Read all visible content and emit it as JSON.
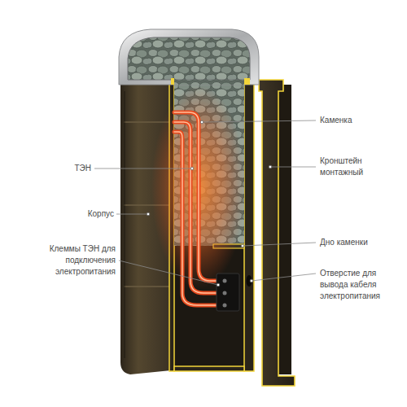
{
  "diagram": {
    "labels": [
      "Каменка",
      "ТЭН",
      "Кронштейн монтажный",
      "Корпус",
      "Дно каменки",
      "Клеммы ТЭН для подключения электропитания",
      "Отверстие для вывода кабеля электропитания"
    ]
  }
}
